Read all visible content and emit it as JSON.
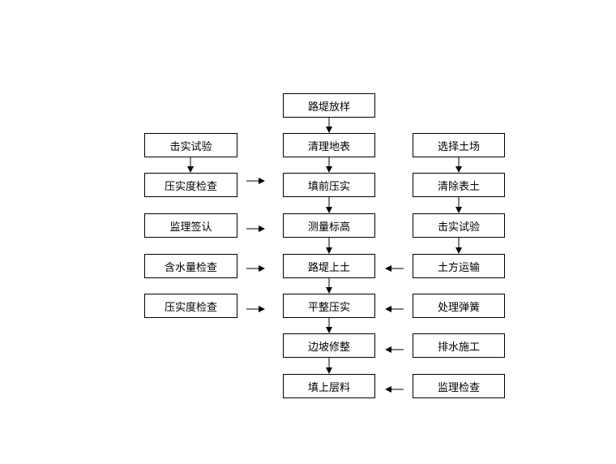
{
  "center": [
    "路堤放样",
    "清理地表",
    "填前压实",
    "测量标高",
    "路堤上土",
    "平整压实",
    "边坡修整",
    "填上层料"
  ],
  "left": [
    "击实试验",
    "压实度检查",
    "监理签认",
    "含水量检查",
    "压实度检查"
  ],
  "right": [
    "选择土场",
    "清除表土",
    "击实试验",
    "土方运输",
    "处理弹簧",
    "排水施工",
    "监理检查"
  ]
}
